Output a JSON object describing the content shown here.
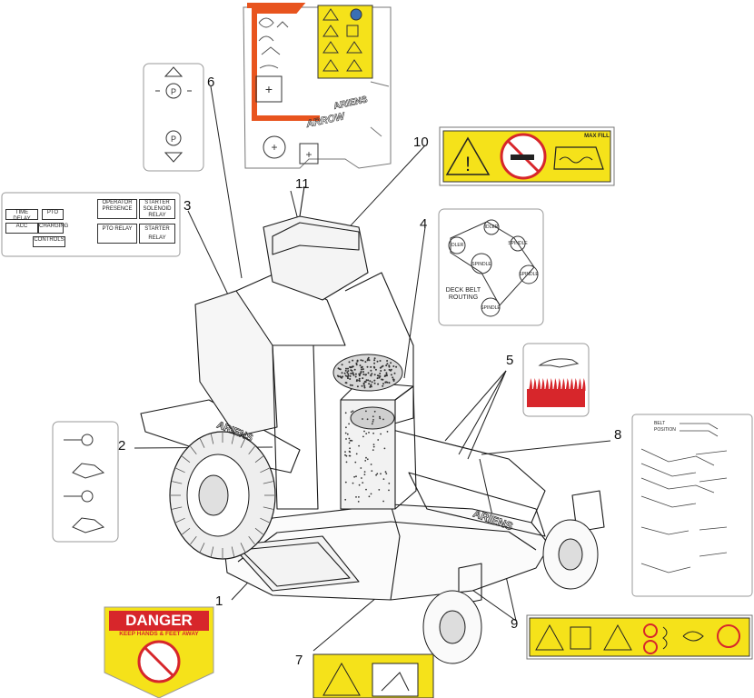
{
  "callouts": [
    "1",
    "2",
    "3",
    "4",
    "5",
    "6",
    "7",
    "8",
    "9",
    "10",
    "11"
  ],
  "colors": {
    "safety_yellow": "#f5e21a",
    "danger_red": "#d7262b",
    "accent_orange": "#e8541e",
    "line": "#1a1a1a"
  },
  "brand": {
    "ariens": "ARIENS",
    "model": "ARROW"
  },
  "relay_panel": {
    "small": [
      "TIME DELAY",
      "PTO",
      "ACC",
      "CHARGING",
      "CONTROLS"
    ],
    "large": [
      "OPERATOR PRESENCE",
      "STARTER SOLENOID RELAY",
      "PTO RELAY",
      "STARTER RELAY"
    ]
  },
  "belt_decal": {
    "caption": "DECK BELT ROUTING",
    "pulleys": [
      "IDLER",
      "IDLER",
      "SPINDLE",
      "SPINDLE",
      "SPINDLE",
      "SPINDLE"
    ]
  },
  "fuel_decal": {
    "max_fill": "MAX FILL"
  },
  "danger_decal": {
    "title": "DANGER",
    "subtitle": "KEEP HANDS & FEET AWAY"
  },
  "height_decal": {
    "header": [
      "BELT",
      "POSITION"
    ]
  }
}
